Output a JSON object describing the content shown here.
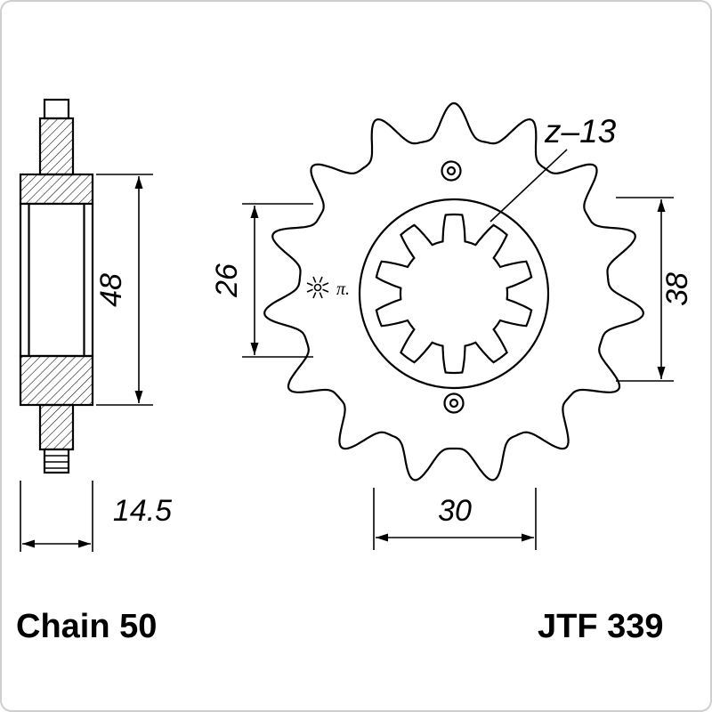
{
  "labels": {
    "chain": "Chain 50",
    "part_number": "JTF 339"
  },
  "dimensions": {
    "side_length": "48",
    "side_width": "14.5",
    "front_left": "26",
    "front_right": "38",
    "front_bottom": "30",
    "teeth_count_label": "z–13",
    "surface_symbol": "π."
  },
  "diagram": {
    "type": "technical-drawing",
    "subject": "front chain sprocket",
    "views": [
      "side cross-section view",
      "front view"
    ],
    "teeth": 13,
    "chain_size": "50",
    "dimensions_mm": {
      "overall_length": 48,
      "hub_width": 14.5,
      "bore_minor": 26,
      "spline_major": 38,
      "hub_boss": 30
    },
    "colors": {
      "line": "#000000",
      "background": "#ffffff",
      "border": "#cfcfcf"
    }
  }
}
